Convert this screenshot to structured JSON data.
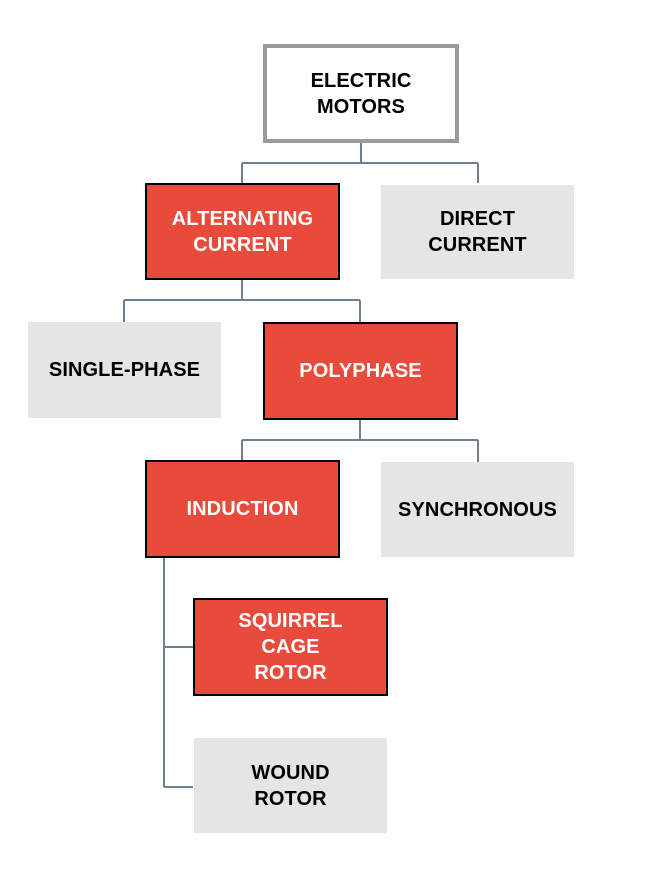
{
  "colors": {
    "highlight": "#e84a3b",
    "muted": "#e6e5e6",
    "connector": "#6f7f8f",
    "root_border": "#9a9a9a"
  },
  "nodes": {
    "root": "ELECTRIC\nMOTORS",
    "ac": "ALTERNATING\nCURRENT",
    "dc": "DIRECT\nCURRENT",
    "single_phase": "SINGLE-PHASE",
    "polyphase": "POLYPHASE",
    "induction": "INDUCTION",
    "synchronous": "SYNCHRONOUS",
    "squirrel_cage": "SQUIRREL\nCAGE\nROTOR",
    "wound_rotor": "WOUND\nROTOR"
  }
}
